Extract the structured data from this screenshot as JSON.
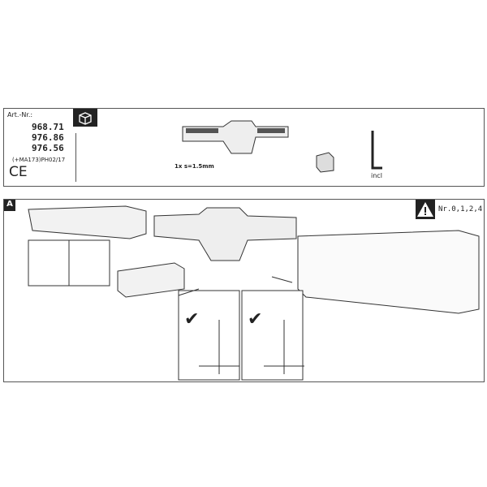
{
  "header": {
    "art_label": "Art.-Nr.:",
    "article_numbers": [
      "968.71",
      "976.86",
      "976.56"
    ],
    "reference": "(+MA173)PH02/17",
    "ce_mark": "CE",
    "box_icon": "package-box-icon",
    "tool_label": "1x s=1.5mm",
    "incl_label": "incl"
  },
  "step": {
    "label": "A",
    "warning_icon": "warning-icon",
    "nr_label": "Nr.0,1,2,4",
    "check_icon": "checkmark-icon"
  }
}
